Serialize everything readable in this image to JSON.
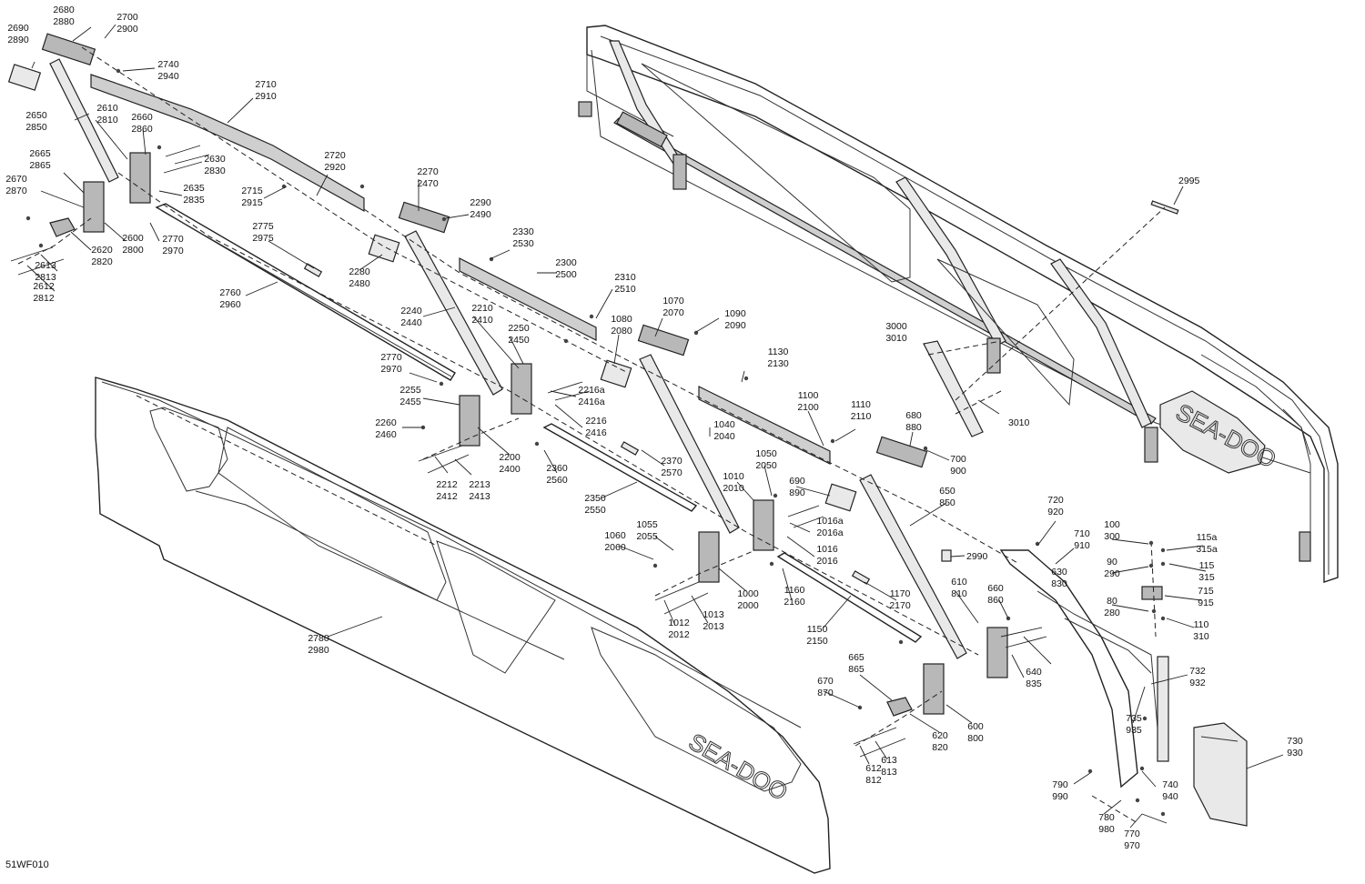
{
  "diagram_code": "51WF010",
  "brand_text": "SEA-DOO",
  "callouts": [
    {
      "t": "2680",
      "b": "2880"
    },
    {
      "t": "2700",
      "b": "2900"
    },
    {
      "t": "2690",
      "b": "2890"
    },
    {
      "t": "2740",
      "b": "2940"
    },
    {
      "t": "2710",
      "b": "2910"
    },
    {
      "t": "2650",
      "b": "2850"
    },
    {
      "t": "2610",
      "b": "2810"
    },
    {
      "t": "2660",
      "b": "2860"
    },
    {
      "t": "2630",
      "b": "2830"
    },
    {
      "t": "2665",
      "b": "2865"
    },
    {
      "t": "2635",
      "b": "2835"
    },
    {
      "t": "2720",
      "b": "2920"
    },
    {
      "t": "2670",
      "b": "2870"
    },
    {
      "t": "2715",
      "b": "2915"
    },
    {
      "t": "2270",
      "b": "2470"
    },
    {
      "t": "2290",
      "b": "2490"
    },
    {
      "t": "2600",
      "b": "2800"
    },
    {
      "t": "2770",
      "b": "2970"
    },
    {
      "t": "2620",
      "b": "2820"
    },
    {
      "t": "2775",
      "b": "2975"
    },
    {
      "t": "2613",
      "b": "2813"
    },
    {
      "t": "2612",
      "b": "2812"
    },
    {
      "t": "2760",
      "b": "2960"
    },
    {
      "t": "2280",
      "b": "2480"
    },
    {
      "t": "2330",
      "b": "2530"
    },
    {
      "t": "2300",
      "b": "2500"
    },
    {
      "t": "2310",
      "b": "2510"
    },
    {
      "t": "2240",
      "b": "2440"
    },
    {
      "t": "2210",
      "b": "2410"
    },
    {
      "t": "2250",
      "b": "2450"
    },
    {
      "t": "1070",
      "b": "2070"
    },
    {
      "t": "1090",
      "b": "2090"
    },
    {
      "t": "1080",
      "b": "2080"
    },
    {
      "t": "2770",
      "b": "2970"
    },
    {
      "t": "2255",
      "b": "2455"
    },
    {
      "t": "2216a",
      "b": "2416a"
    },
    {
      "t": "1130",
      "b": "2130"
    },
    {
      "t": "2260",
      "b": "2460"
    },
    {
      "t": "2216",
      "b": "2416"
    },
    {
      "t": "1100",
      "b": "2100"
    },
    {
      "t": "1110",
      "b": "2110"
    },
    {
      "t": "680",
      "b": "880"
    },
    {
      "t": "2200",
      "b": "2400"
    },
    {
      "t": "1040",
      "b": "2040"
    },
    {
      "t": "2370",
      "b": "2570"
    },
    {
      "t": "2360",
      "b": "2560"
    },
    {
      "t": "2212",
      "b": "2412"
    },
    {
      "t": "2213",
      "b": "2413"
    },
    {
      "t": "1050",
      "b": "2050"
    },
    {
      "t": "700",
      "b": "900"
    },
    {
      "t": "1010",
      "b": "2010"
    },
    {
      "t": "690",
      "b": "890"
    },
    {
      "t": "650",
      "b": "850"
    },
    {
      "t": "2350",
      "b": "2550"
    },
    {
      "t": "1016a",
      "b": "2016a"
    },
    {
      "t": "720",
      "b": "920"
    },
    {
      "t": "1055",
      "b": "2055"
    },
    {
      "t": "1060",
      "b": "2060"
    },
    {
      "t": "1016",
      "b": "2016"
    },
    {
      "t": "710",
      "b": "910"
    },
    {
      "t": "100",
      "b": "300"
    },
    {
      "t": "115a",
      "b": "315a"
    },
    {
      "t": "90",
      "b": "290"
    },
    {
      "t": "115",
      "b": "315"
    },
    {
      "t": "610",
      "b": "810"
    },
    {
      "t": "1160",
      "b": "2160"
    },
    {
      "t": "1170",
      "b": "2170"
    },
    {
      "t": "660",
      "b": "860"
    },
    {
      "t": "715",
      "b": "915"
    },
    {
      "t": "1000",
      "b": "2000"
    },
    {
      "t": "80",
      "b": "280"
    },
    {
      "t": "1012",
      "b": "2012"
    },
    {
      "t": "1013",
      "b": "2013"
    },
    {
      "t": "110",
      "b": "310"
    },
    {
      "t": "1150",
      "b": "2150"
    },
    {
      "t": "630",
      "b": "830"
    },
    {
      "t": "2780",
      "b": "2980"
    },
    {
      "t": "665",
      "b": "865"
    },
    {
      "t": "732",
      "b": "932"
    },
    {
      "t": "640",
      "b": "835"
    },
    {
      "t": "670",
      "b": "870"
    },
    {
      "t": "735",
      "b": "935"
    },
    {
      "t": "600",
      "b": "800"
    },
    {
      "t": "620",
      "b": "820"
    },
    {
      "t": "730",
      "b": "930"
    },
    {
      "t": "613",
      "b": "813"
    },
    {
      "t": "612",
      "b": "812"
    },
    {
      "t": "740",
      "b": "940"
    },
    {
      "t": "790",
      "b": "990"
    },
    {
      "t": "780",
      "b": "980"
    },
    {
      "t": "770",
      "b": "970"
    },
    {
      "t": "3000",
      "b": "3010"
    }
  ],
  "single_labels": [
    "2995",
    "2990",
    "3010"
  ]
}
